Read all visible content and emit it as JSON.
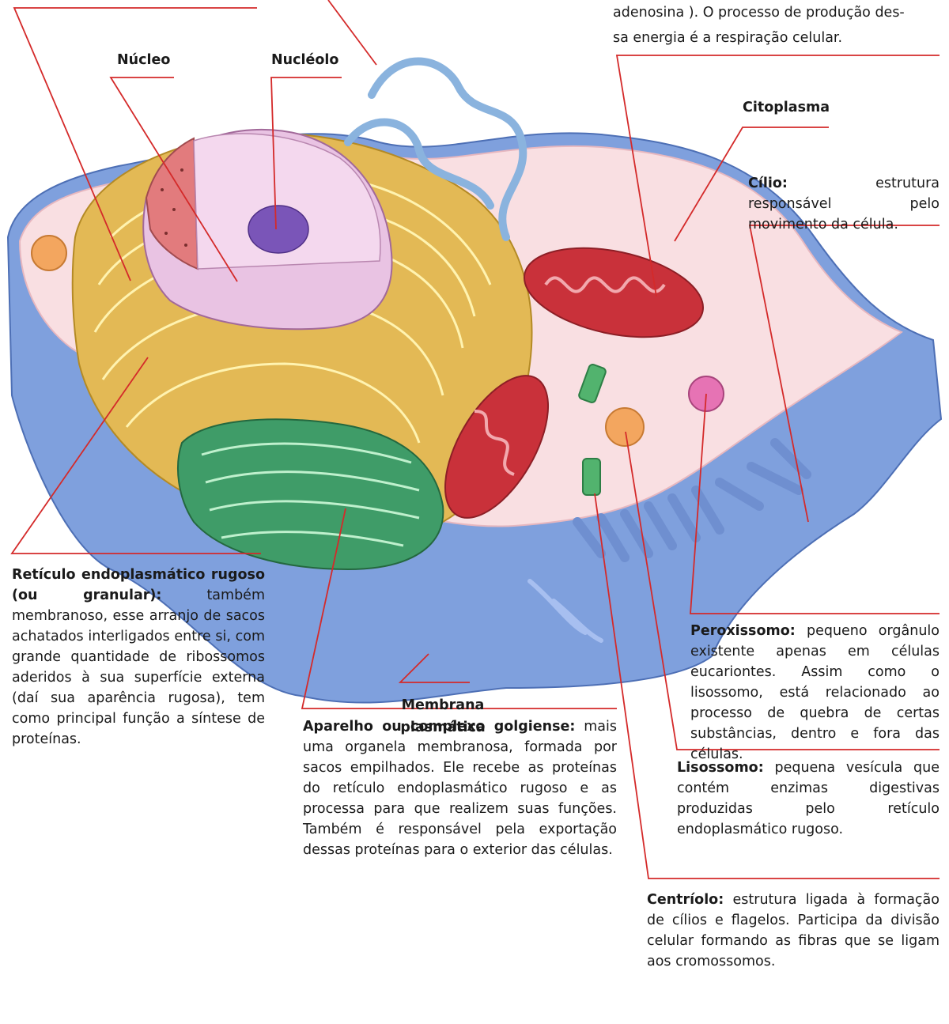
{
  "labels": {
    "nucleo": "Núcleo",
    "nucleolo": "Nucléolo",
    "citoplasma": "Citoplasma",
    "membrana_line1": "Membrana",
    "membrana_line2": "plasmática"
  },
  "top_right_fragment": {
    "line1": "adenosina ). O processo de produção des-",
    "line2": "sa energia é a respiração celular."
  },
  "annotations": {
    "cilio": {
      "term": "Cílio:",
      "text": " estrutura responsável pelo movimento da célula."
    },
    "reticulo": {
      "term": "Retículo endoplasmático rugoso (ou granular):",
      "text": " também membranoso, esse arranjo de sacos achatados interligados entre si, com grande quantidade de ribossomos aderidos à sua superfície externa (daí sua aparência rugosa), tem como principal função a síntese de proteínas."
    },
    "golgi": {
      "term": "Aparelho ou complexo golgiense:",
      "text": " mais uma organela membranosa, formada por sacos empilhados. Ele recebe as proteínas do retículo endoplasmático rugoso e as processa para que realizem suas funções. Também é responsável pela exportação dessas proteínas para o exterior das células."
    },
    "peroxissomo": {
      "term": "Peroxissomo:",
      "text": " pequeno orgânulo existente apenas em células eucariontes. Assim como o lisossomo, está relacionado ao processo de quebra de certas substâncias, dentro e fora das células."
    },
    "lisossomo": {
      "term": "Lisossomo:",
      "text": " pequena vesícula que contém enzimas digestivas produzidas pelo retículo endoplasmático rugoso."
    },
    "centriolo": {
      "term": "Centríolo:",
      "text": " estrutura ligada à formação de cílios e flagelos. Participa da divisão celular formando as fibras que se ligam aos cromossomos."
    }
  },
  "colors": {
    "leader_line": "#d42a2a",
    "membrane_blue": "#7fa0dd",
    "cytoplasm_pink": "#f9dfe2",
    "reticulum_yellow": "#e3b955",
    "golgi_green": "#3f9c68",
    "mitochondria_red": "#c9313a",
    "nucleolus_purple": "#7a55b8"
  }
}
